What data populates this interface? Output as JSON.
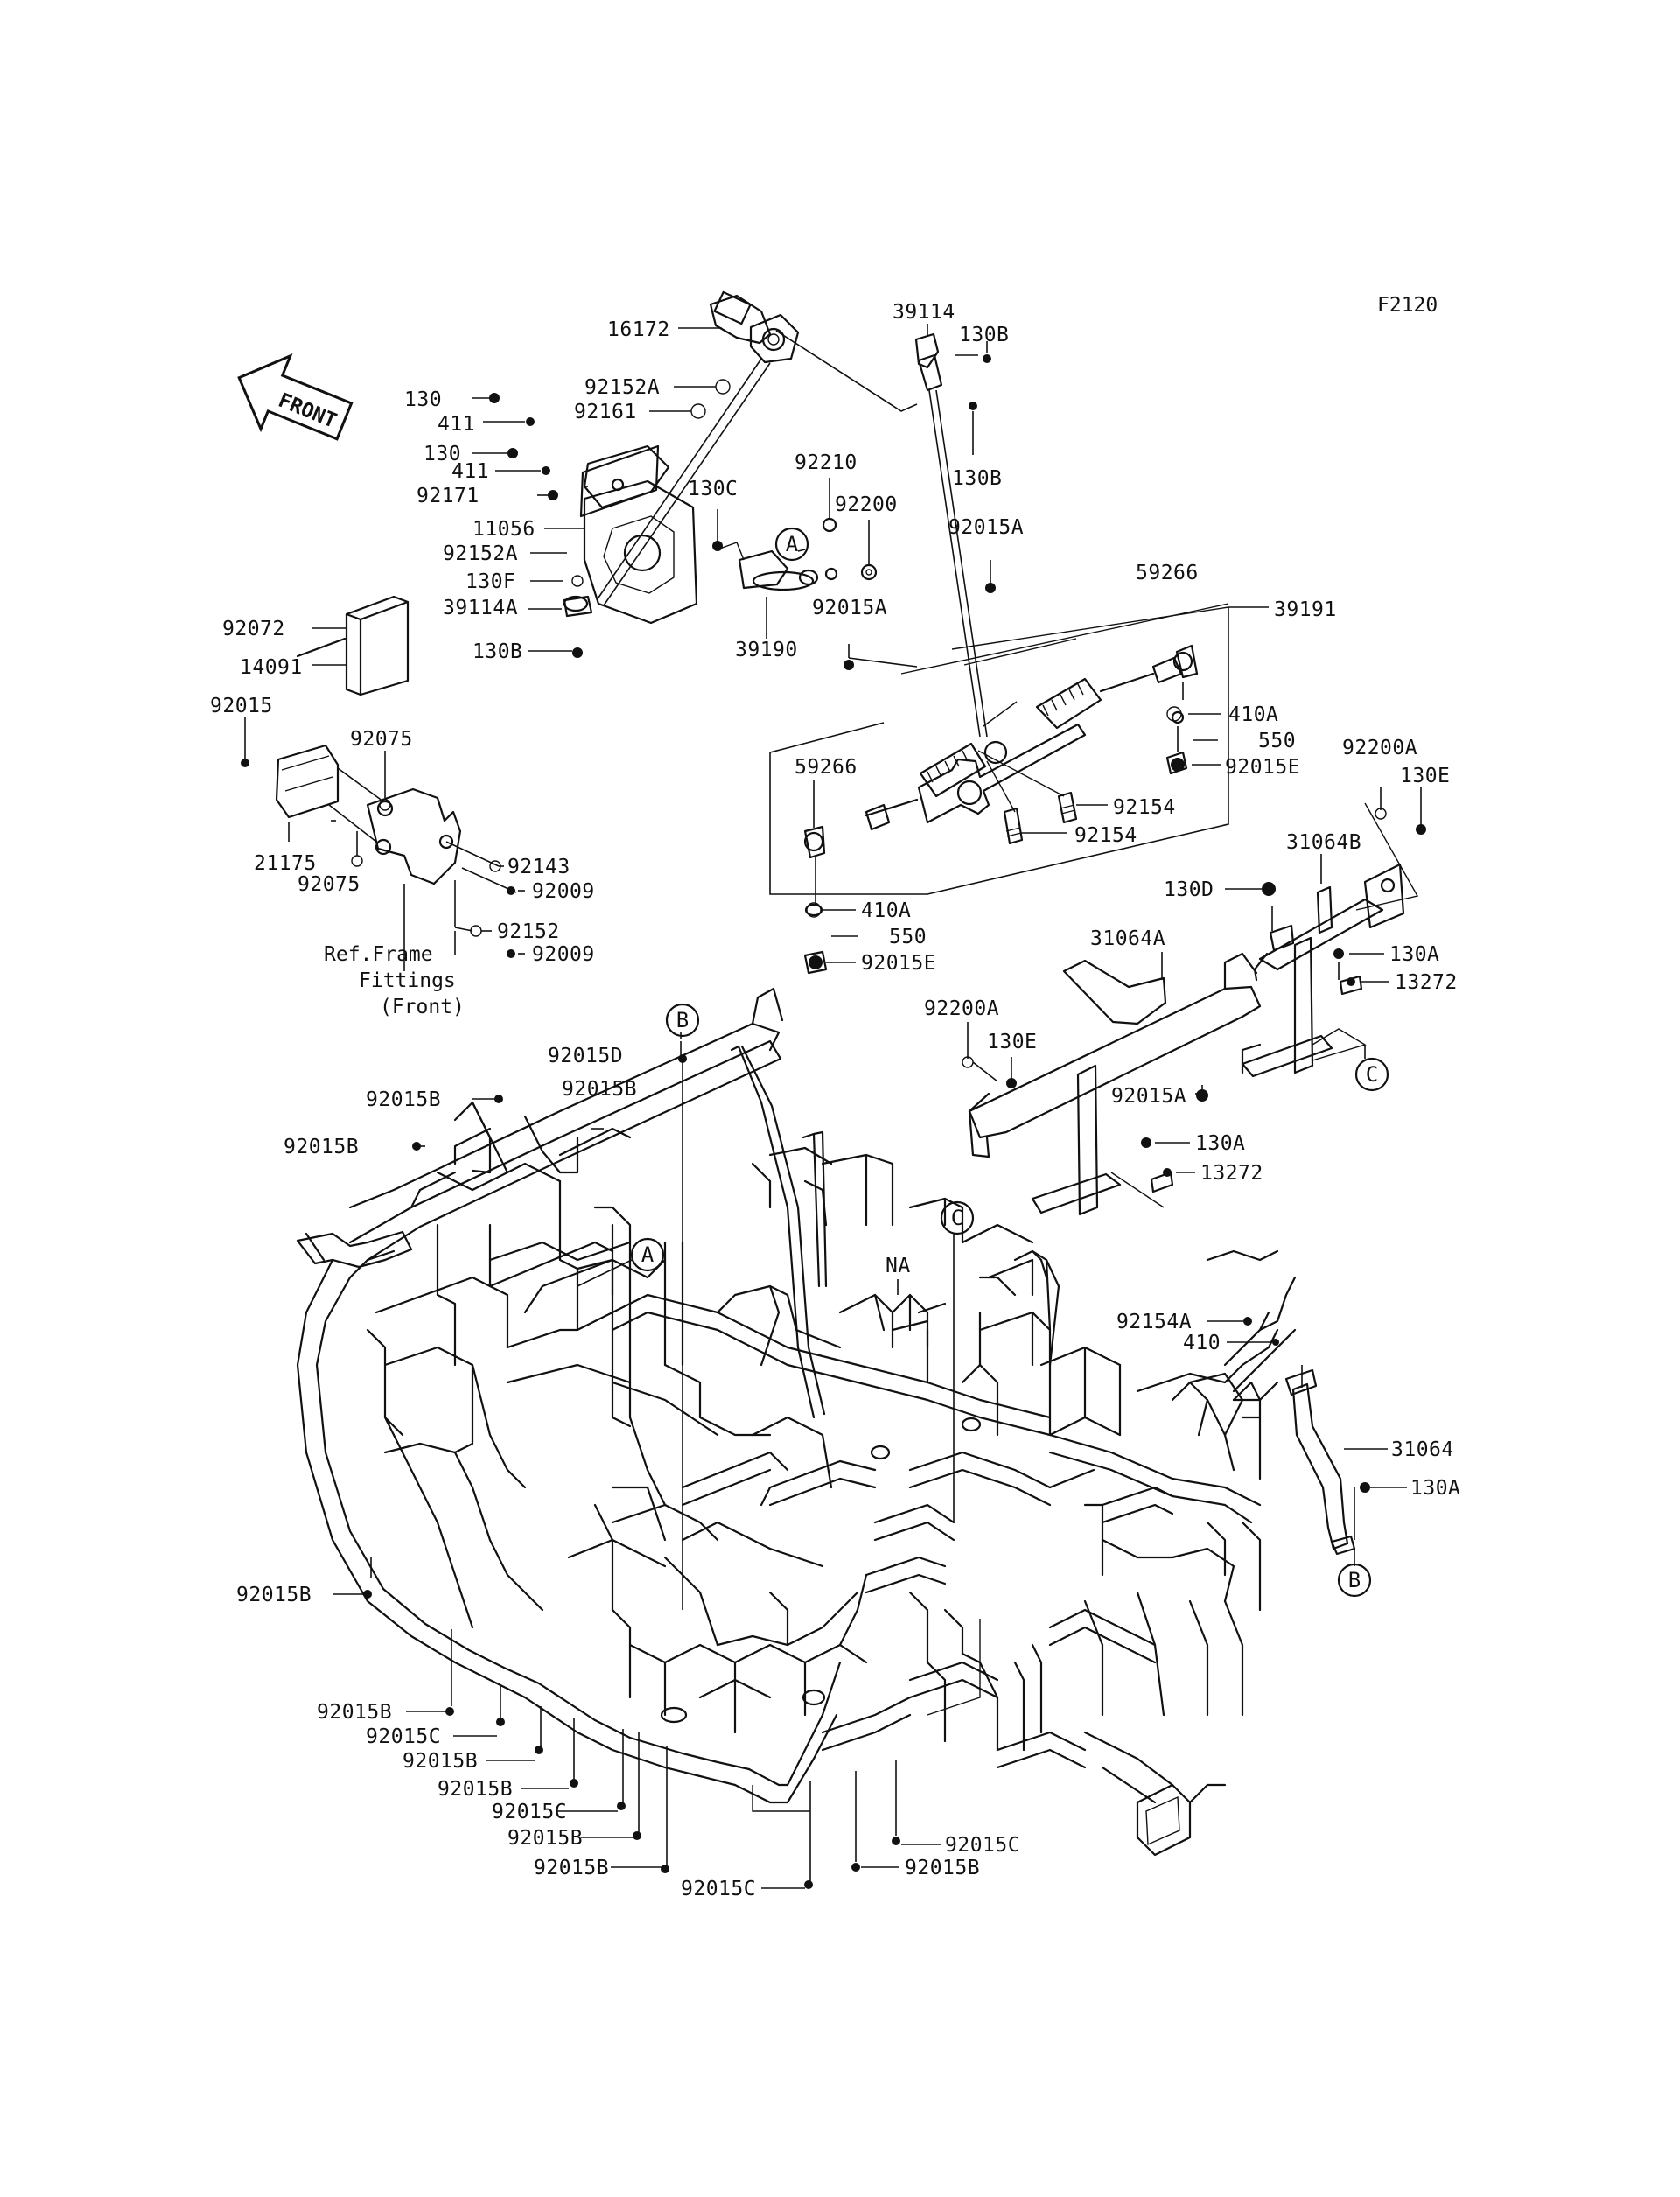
{
  "diagram": {
    "code": "F2120",
    "front_label": "FRONT",
    "reference_note": [
      "Ref.Frame",
      "Fittings",
      "(Front)"
    ],
    "callouts": [
      "A",
      "B",
      "C"
    ],
    "labels": [
      "16172",
      "92152A",
      "92161",
      "130",
      "411",
      "130",
      "411",
      "92171",
      "11056",
      "92152A",
      "130F",
      "39114A",
      "130B",
      "130C",
      "92210",
      "92200",
      "39190",
      "39114",
      "130B",
      "130B",
      "92015A",
      "92015A",
      "59266",
      "39191",
      "410A",
      "550",
      "92015E",
      "92154",
      "92154",
      "59266",
      "410A",
      "550",
      "92015E",
      "92072",
      "14091",
      "92015",
      "92075",
      "21175",
      "92075",
      "92143",
      "92009",
      "92152",
      "92009",
      "92200A",
      "130E",
      "31064B",
      "130D",
      "130A",
      "13272",
      "31064A",
      "92200A",
      "130E",
      "92015A",
      "130A",
      "13272",
      "92015D",
      "92015B",
      "92015B",
      "92015B",
      "NA",
      "92154A",
      "410",
      "31064",
      "130A",
      "92015B",
      "92015B",
      "92015C",
      "92015B",
      "92015B",
      "92015C",
      "92015B",
      "92015B",
      "92015C",
      "92015C",
      "92015B"
    ]
  }
}
